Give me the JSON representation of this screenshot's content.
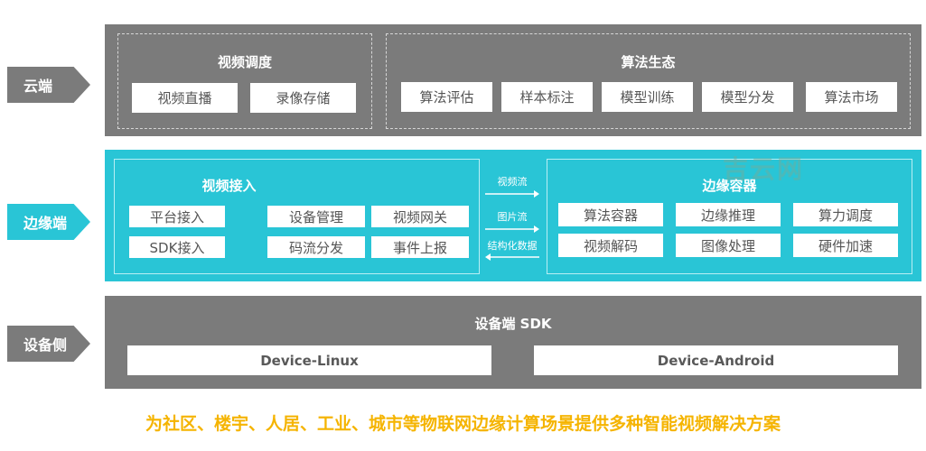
{
  "tags": {
    "cloud": "云端",
    "edge": "边缘端",
    "device": "设备侧"
  },
  "cloud": {
    "video_scheduling": {
      "title": "视频调度",
      "items": [
        "视频直播",
        "录像存储"
      ]
    },
    "algo_ecosystem": {
      "title": "算法生态",
      "items": [
        "算法评估",
        "样本标注",
        "模型训练",
        "模型分发",
        "算法市场"
      ]
    }
  },
  "edge": {
    "video_access": {
      "title": "视频接入",
      "items": [
        "平台接入",
        "SDK接入",
        "设备管理",
        "码流分发",
        "视频网关",
        "事件上报"
      ]
    },
    "flows": [
      "视频流",
      "图片流",
      "结构化数据"
    ],
    "edge_container": {
      "title": "边缘容器",
      "items": [
        "算法容器",
        "边缘推理",
        "算力调度",
        "视频解码",
        "图像处理",
        "硬件加速"
      ]
    }
  },
  "device": {
    "title": "设备端 SDK",
    "items": [
      "Device-Linux",
      "Device-Android"
    ]
  },
  "footer": "为社区、楼宇、人居、工业、城市等物联网边缘计算场景提供多种智能视频解决方案",
  "watermark": "吉云网",
  "colors": {
    "gray": "#7b7b7b",
    "cyan": "#29c5d6",
    "footer": "#f5b400"
  }
}
